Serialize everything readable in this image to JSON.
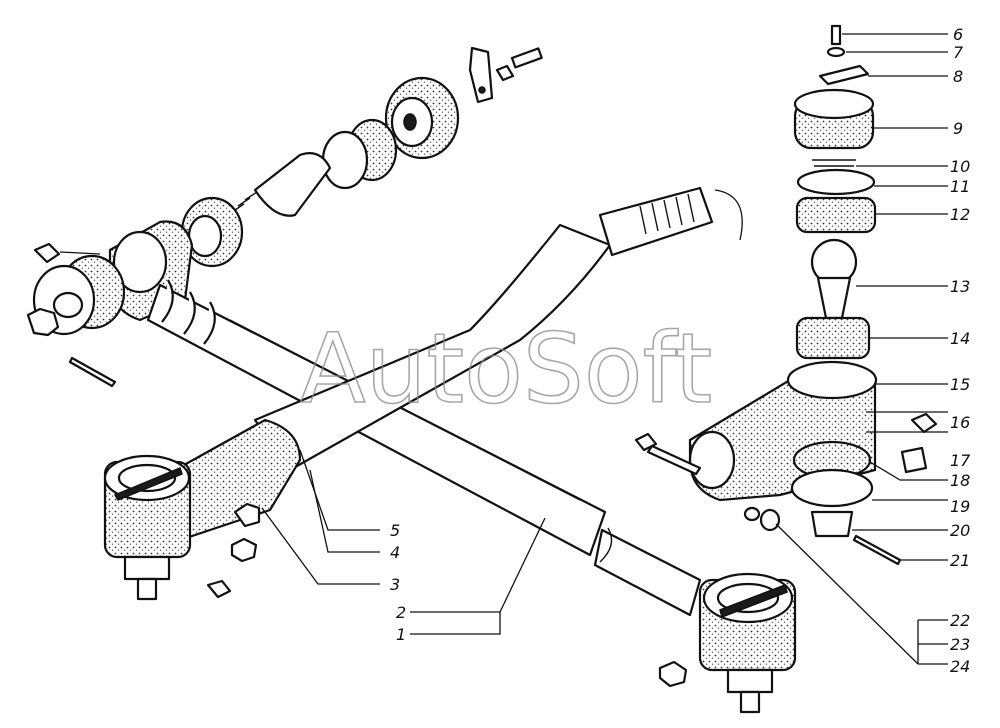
{
  "watermark": "AutoSoft",
  "callouts": [
    {
      "id": "c6",
      "label": "6"
    },
    {
      "id": "c7",
      "label": "7"
    },
    {
      "id": "c8",
      "label": "8"
    },
    {
      "id": "c9",
      "label": "9"
    },
    {
      "id": "c10",
      "label": "10"
    },
    {
      "id": "c11",
      "label": "11"
    },
    {
      "id": "c12",
      "label": "12"
    },
    {
      "id": "c13",
      "label": "13"
    },
    {
      "id": "c14",
      "label": "14"
    },
    {
      "id": "c15",
      "label": "15"
    },
    {
      "id": "c16",
      "label": "16"
    },
    {
      "id": "c17",
      "label": "17"
    },
    {
      "id": "c18",
      "label": "18"
    },
    {
      "id": "c19",
      "label": "19"
    },
    {
      "id": "c20",
      "label": "20"
    },
    {
      "id": "c21",
      "label": "21"
    },
    {
      "id": "c22",
      "label": "22"
    },
    {
      "id": "c23",
      "label": "23"
    },
    {
      "id": "c24",
      "label": "24"
    },
    {
      "id": "c5",
      "label": "5"
    },
    {
      "id": "c4",
      "label": "4"
    },
    {
      "id": "c3",
      "label": "3"
    },
    {
      "id": "c2",
      "label": "2"
    },
    {
      "id": "c1",
      "label": "1"
    }
  ]
}
